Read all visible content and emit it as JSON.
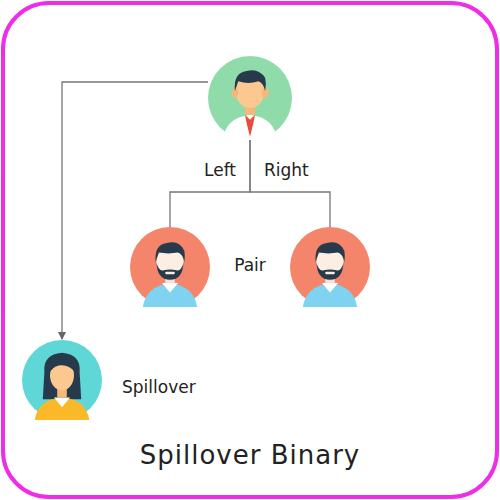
{
  "diagram": {
    "caption": "Spillover Binary",
    "nodes": [
      {
        "text": []
      },
      {
        "text": []
      },
      {
        "text": []
      },
      {
        "text": [
          "Spillover"
        ]
      }
    ],
    "edges": [
      {
        "from": 0,
        "to": 1,
        "label": "Left",
        "arrow": "none"
      },
      {
        "from": 0,
        "to": 2,
        "label": "Right",
        "arrow": "none"
      },
      {
        "from": 0,
        "to": 3,
        "arrow": "to"
      }
    ],
    "labels": [
      "Pair"
    ]
  }
}
